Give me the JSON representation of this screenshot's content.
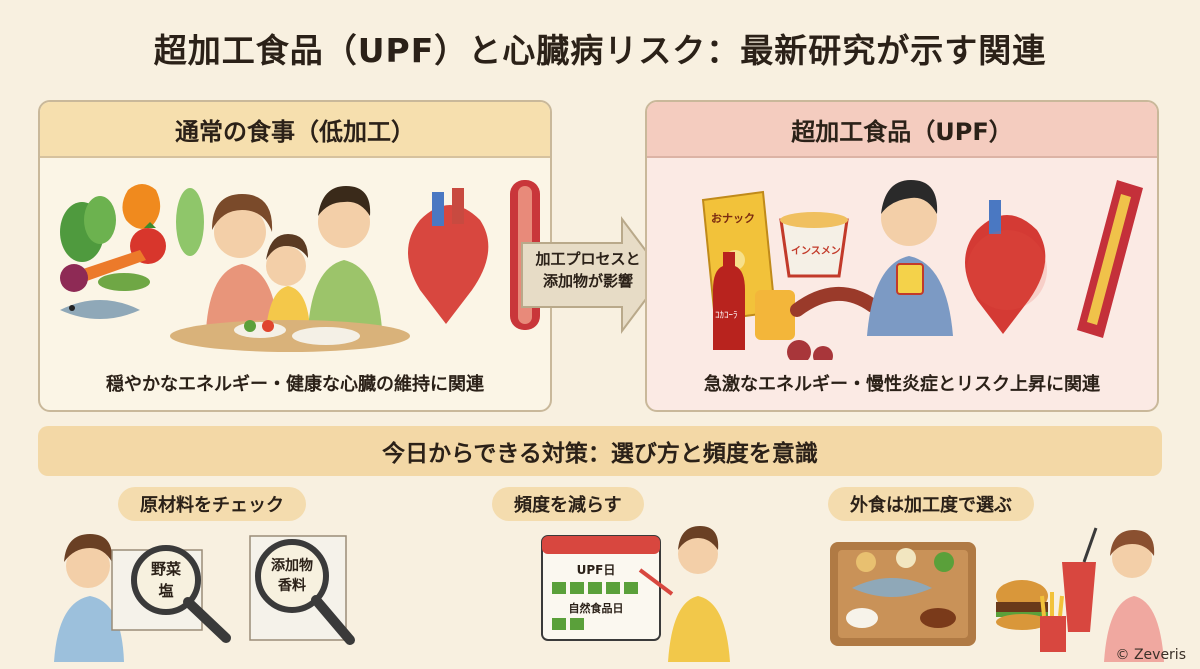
{
  "title": "超加工食品（UPF）と心臓病リスク：最新研究が示す関連",
  "left_panel": {
    "heading": "通常の食事（低加工）",
    "caption": "穏やかなエネルギー・健康な心臓の維持に関連"
  },
  "arrow_label": {
    "line1": "加工プロセスと",
    "line2": "添加物が影響"
  },
  "right_panel": {
    "heading": "超加工食品（UPF）",
    "caption": "急激なエネルギー・慢性炎症とリスク上昇に関連",
    "snack_label": "おナック",
    "noodle_label": "インスメン",
    "cola_label": "ｺｶｺｰﾗ"
  },
  "banner": "今日からできる対策：選び方と頻度を意識",
  "tips": [
    {
      "title": "原材料をチェック",
      "lens1_line1": "野菜",
      "lens1_line2": "塩",
      "lens2_line1": "添加物",
      "lens2_line2": "香料"
    },
    {
      "title": "頻度を減らす",
      "calendar_upf": "UPF日",
      "calendar_natural": "自然食品日"
    },
    {
      "title": "外食は加工度で選ぶ"
    }
  ],
  "copyright": "© Zeveris",
  "colors": {
    "background": "#f8f0e0",
    "left_header": "#f6dfae",
    "right_header": "#f4ccbf",
    "banner": "#f3d8a6",
    "heart": "#d8473f"
  }
}
